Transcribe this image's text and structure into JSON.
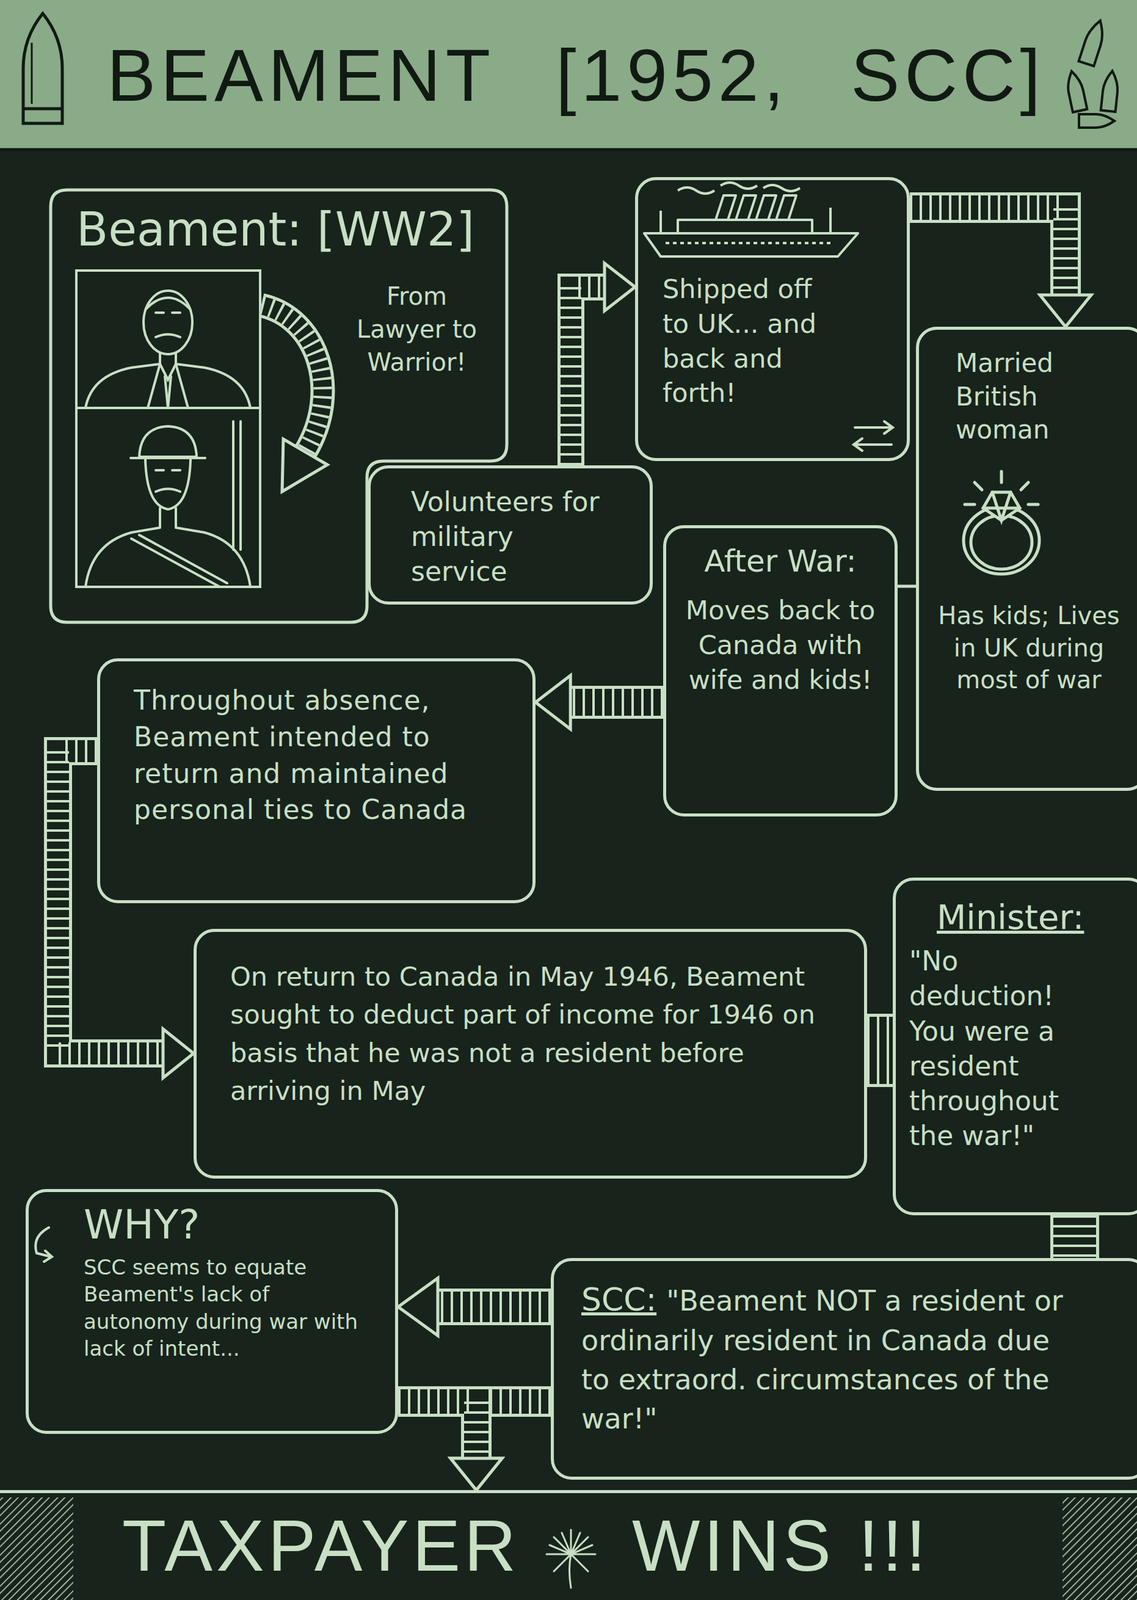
{
  "diagram": {
    "title": "BEAMENT [1952, SCC]",
    "nodes": [
      {
        "text": [
          "Beament: [WW2]",
          "From Lawyer to Warrior!"
        ]
      },
      {
        "text": [
          "Volunteers for military service"
        ]
      },
      {
        "text": [
          "Shipped off to UK... and back and forth!"
        ]
      },
      {
        "text": [
          "Married British woman",
          "Has kids; Lives in UK during most of war"
        ]
      },
      {
        "text": [
          "After War:",
          "Moves back to Canada with wife and kids!"
        ]
      },
      {
        "text": [
          "Throughout absence, Beament intended to return and maintained personal ties to Canada"
        ]
      },
      {
        "text": [
          "On return to Canada in May 1946, Beament sought to deduct part of income for 1946 on basis that he was not a resident before arriving in May"
        ]
      },
      {
        "text": [
          "Minister:",
          "\"No deduction! You were a resident throughout the war!\""
        ]
      },
      {
        "text": [
          "SCC:",
          "\"Beament NOT a resident or ordinarily resident in Canada due to extraord. circumstances of the war!\""
        ]
      },
      {
        "text": [
          "WHY?",
          "SCC seems to equate Beament's lack of autonomy during war with lack of intent..."
        ]
      },
      {
        "text": [
          "TAXPAYER",
          "WINS !!!"
        ]
      }
    ],
    "edges": [
      {
        "from": 1,
        "to": 2,
        "arrow": "to"
      },
      {
        "from": 2,
        "to": 3,
        "arrow": "to"
      },
      {
        "from": 3,
        "to": 4,
        "arrow": "none"
      },
      {
        "from": 4,
        "to": 5,
        "arrow": "to"
      },
      {
        "from": 5,
        "to": 6,
        "arrow": "to"
      },
      {
        "from": 6,
        "to": 7,
        "arrow": "none"
      },
      {
        "from": 7,
        "to": 8,
        "arrow": "none"
      },
      {
        "from": 8,
        "to": 9,
        "arrow": "to"
      },
      {
        "from": 8,
        "to": 10,
        "arrow": "to"
      },
      {
        "from": 9,
        "to": 10,
        "arrow": "to"
      }
    ]
  }
}
